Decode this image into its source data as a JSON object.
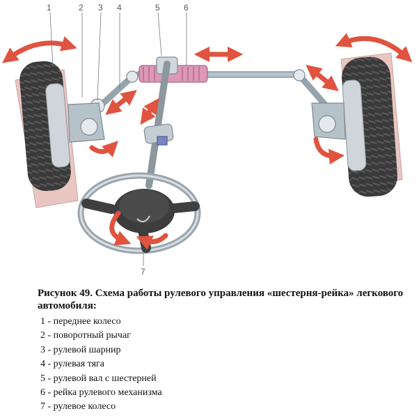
{
  "figure": {
    "callouts": [
      "1",
      "2",
      "3",
      "4",
      "5",
      "6",
      "7"
    ],
    "colors": {
      "arrow": "#e0533f",
      "tire": "#3a3a3a",
      "rim": "#c9cfd4",
      "panel": "#e9c6c2",
      "rack": "#dd98b6",
      "steel": "#b6c2ca",
      "joint": "#e6e9ec"
    }
  },
  "caption": {
    "title": "Рисунок 49. Схема работы рулевого управления «шестерня-рейка» легкового автомобиля:",
    "items": [
      "1 - переднее колесо",
      "2 - поворотный рычаг",
      "3 - рулевой шарнир",
      "4 - рулевая тяга",
      "5 - рулевой вал с шестерней",
      "6 - рейка рулевого механизма",
      "7 - рулевое колесо"
    ]
  }
}
